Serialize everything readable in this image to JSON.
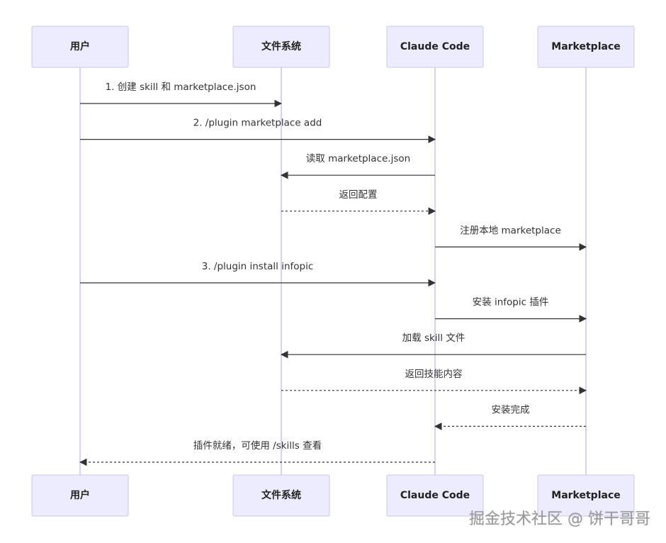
{
  "participants": [
    {
      "id": "user",
      "label": "用户"
    },
    {
      "id": "fs",
      "label": "文件系统"
    },
    {
      "id": "claude",
      "label": "Claude Code"
    },
    {
      "id": "market",
      "label": "Marketplace"
    }
  ],
  "messages": [
    {
      "from": "user",
      "to": "fs",
      "label": "1. 创建 skill 和 marketplace.json",
      "style": "solid"
    },
    {
      "from": "user",
      "to": "claude",
      "label": "2. /plugin marketplace add",
      "style": "solid"
    },
    {
      "from": "claude",
      "to": "fs",
      "label": "读取 marketplace.json",
      "style": "solid"
    },
    {
      "from": "fs",
      "to": "claude",
      "label": "返回配置",
      "style": "dashed"
    },
    {
      "from": "claude",
      "to": "market",
      "label": "注册本地 marketplace",
      "style": "solid"
    },
    {
      "from": "user",
      "to": "claude",
      "label": "3. /plugin install infopic",
      "style": "solid"
    },
    {
      "from": "claude",
      "to": "market",
      "label": "安装 infopic 插件",
      "style": "solid"
    },
    {
      "from": "market",
      "to": "fs",
      "label": "加载 skill 文件",
      "style": "solid"
    },
    {
      "from": "fs",
      "to": "market",
      "label": "返回技能内容",
      "style": "dashed"
    },
    {
      "from": "market",
      "to": "claude",
      "label": "安装完成",
      "style": "dashed"
    },
    {
      "from": "claude",
      "to": "user",
      "label": "插件就绪，可使用 /skills 查看",
      "style": "dashed"
    }
  ],
  "colors": {
    "actor_fill": "#ececfe",
    "actor_stroke": "#c8c8f0",
    "lifeline": "#c9c3ef",
    "message": "#333333"
  },
  "watermark": "掘金技术社区 @ 饼干哥哥"
}
